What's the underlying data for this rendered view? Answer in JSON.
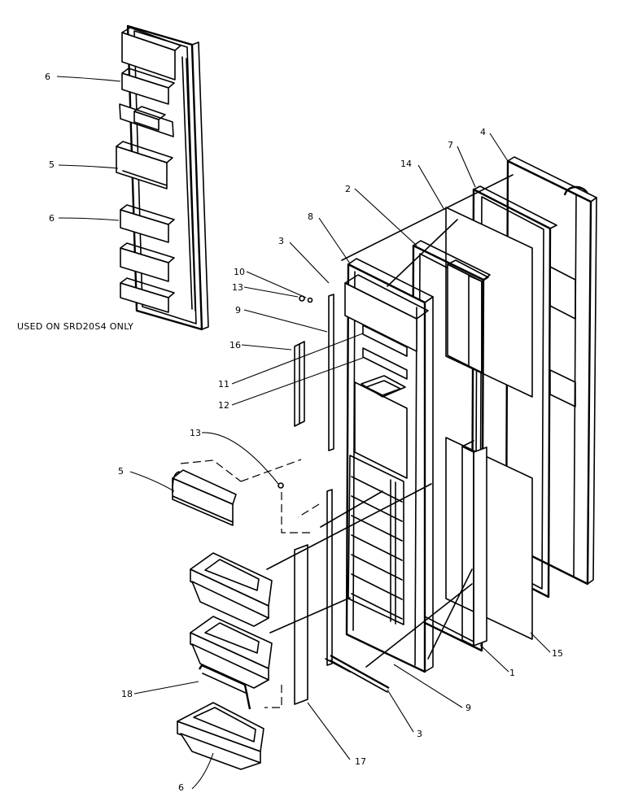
{
  "diagram": {
    "note": "USED ON SRD20S4 ONLY",
    "callouts": {
      "c6_top": "6",
      "c5_top": "5",
      "c6_mid": "6",
      "c4": "4",
      "c7": "7",
      "c14": "14",
      "c2": "2",
      "c8": "8",
      "c3_top": "3",
      "c10": "10",
      "c13_top": "13",
      "c9_top": "9",
      "c16": "16",
      "c11": "11",
      "c12": "12",
      "c13_mid": "13",
      "c5_mid": "5",
      "c18": "18",
      "c6_bottom": "6",
      "c17": "17",
      "c3_bottom": "3",
      "c9_bottom": "9",
      "c1": "1",
      "c15": "15"
    }
  }
}
